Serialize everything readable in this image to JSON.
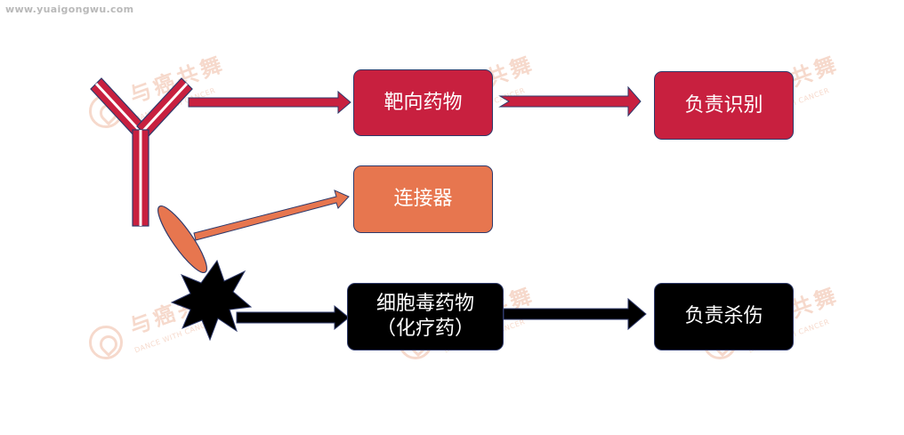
{
  "site_url": "www.yuaigongwu.com",
  "watermark": {
    "brand": "与癌共舞",
    "tagline": "DANCE WITH CANCER"
  },
  "nodes": {
    "targeting_drug": "靶向药物",
    "recognition": "负责识别",
    "linker": "连接器",
    "cytotoxic_drug": "细胞毒药物",
    "cytotoxic_note": "（化疗药）",
    "killing": "负责杀伤"
  },
  "colors": {
    "red": "#c8203f",
    "orange": "#e7764f",
    "black": "#000000",
    "border": "#2f3a6b"
  }
}
